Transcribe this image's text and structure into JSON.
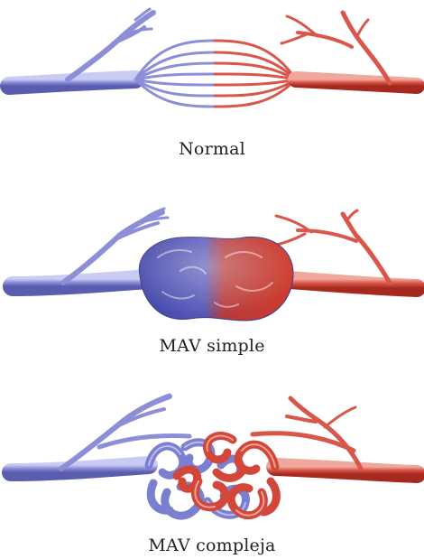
{
  "colors": {
    "vein_dark": "#5a5cae",
    "vein_mid": "#8c8fd8",
    "vein_light": "#c9cbf2",
    "artery_dark": "#b8362a",
    "artery_mid": "#d9574a",
    "artery_light": "#f0a79c",
    "text": "#222222"
  },
  "panels": [
    {
      "caption": "Normal"
    },
    {
      "caption": "MAV simple"
    },
    {
      "caption": "MAV compleja"
    }
  ]
}
